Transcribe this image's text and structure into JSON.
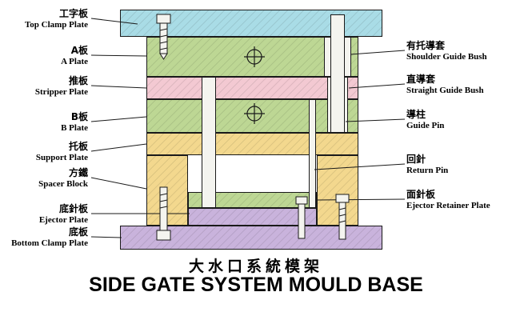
{
  "title": {
    "chinese": "大水口系統模架",
    "english": "SIDE GATE SYSTEM MOULD BASE"
  },
  "left_labels": [
    {
      "cn": "工字板",
      "en": "Top Clamp Plate"
    },
    {
      "cn": "A板",
      "en": "A Plate"
    },
    {
      "cn": "推板",
      "en": "Stripper Plate"
    },
    {
      "cn": "B板",
      "en": "B Plate"
    },
    {
      "cn": "托板",
      "en": "Support Plate"
    },
    {
      "cn": "方鐵",
      "en": "Spacer Block"
    },
    {
      "cn": "底針板",
      "en": "Ejector Plate"
    },
    {
      "cn": "底板",
      "en": "Bottom Clamp Plate"
    }
  ],
  "right_labels": [
    {
      "cn": "有托導套",
      "en": "Shoulder Guide Bush"
    },
    {
      "cn": "直導套",
      "en": "Straight Guide Bush"
    },
    {
      "cn": "導柱",
      "en": "Guide Pin"
    },
    {
      "cn": "回針",
      "en": "Return Pin"
    },
    {
      "cn": "面針板",
      "en": "Ejector Retainer Plate"
    }
  ],
  "colors": {
    "bg": "#ffffff",
    "line": "#1a1a1a",
    "cyan": "#a9dce6",
    "green": "#bdd794",
    "pink": "#f3c9d2",
    "yellow": "#f3d88e",
    "purple": "#c9b3dc",
    "part": "#f4f4ef"
  }
}
